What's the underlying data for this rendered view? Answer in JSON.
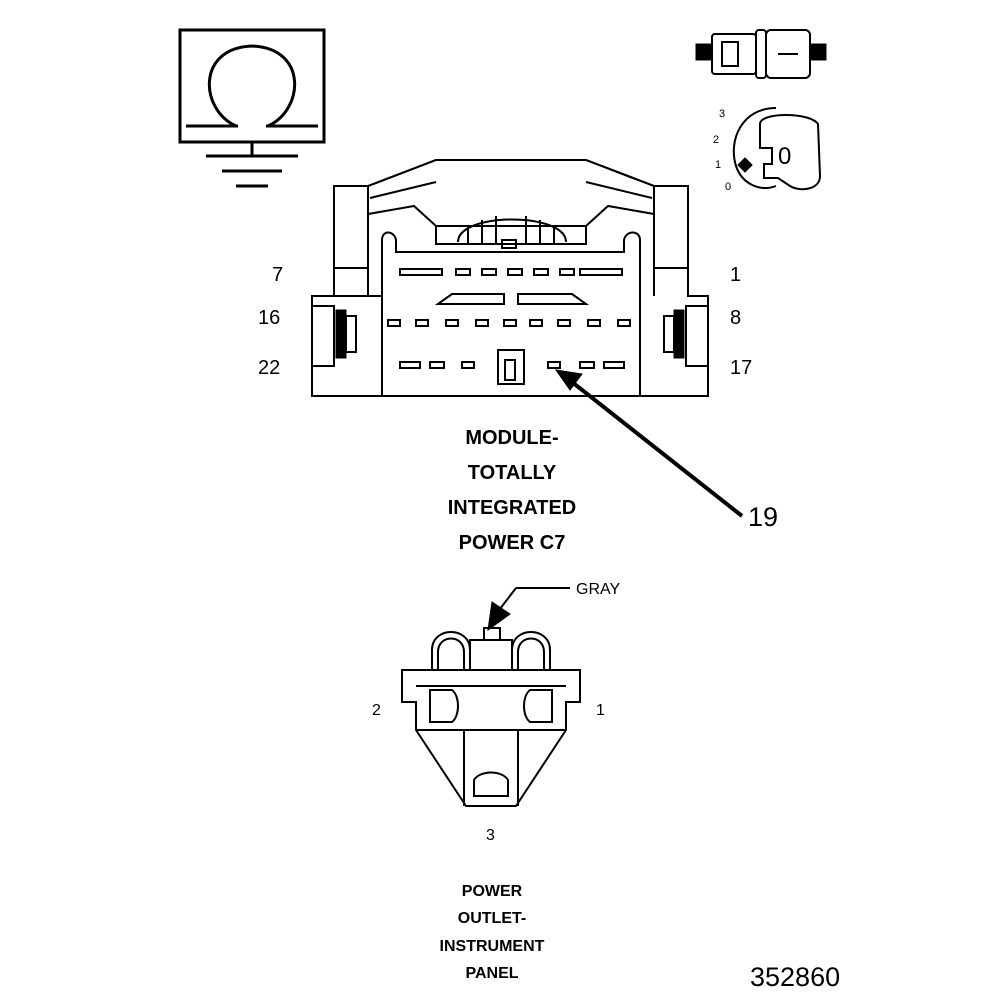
{
  "c7_connector": {
    "title_lines": [
      "MODULE-",
      "TOTALLY",
      "INTEGRATED",
      "POWER C7"
    ],
    "pin_labels": {
      "row1_left": "7",
      "row1_right": "1",
      "row2_left": "16",
      "row2_right": "8",
      "row3_left": "22",
      "row3_right": "17"
    },
    "callout": "19"
  },
  "ignition_icon": {
    "positions": [
      "3",
      "2",
      "1",
      "0"
    ],
    "key_label": "0"
  },
  "outlet_connector": {
    "color_callout": "GRAY",
    "pin_labels": {
      "left": "2",
      "right": "1",
      "bottom": "3"
    },
    "title_lines": [
      "POWER",
      "OUTLET-",
      "INSTRUMENT",
      "PANEL"
    ]
  },
  "figure_number": "352860",
  "icons": [
    "ohm-ground-icon",
    "inline-fuse-icon",
    "ignition-key-icon"
  ]
}
